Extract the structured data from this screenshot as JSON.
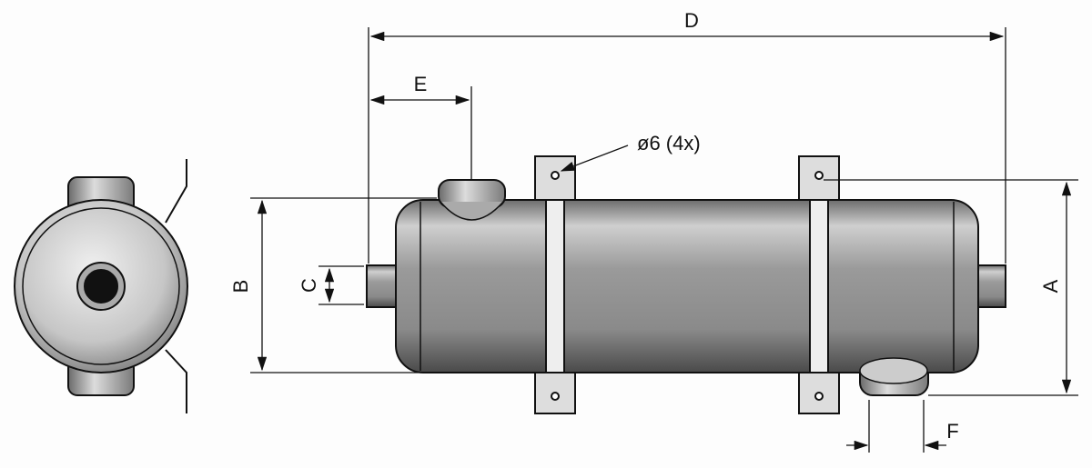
{
  "dimensions": {
    "d": "D",
    "e": "E",
    "hole": "ø6 (4x)",
    "b": "B",
    "c": "C",
    "a": "A",
    "f": "F"
  },
  "colors": {
    "line": "#111111",
    "metal_light": "#e8e8e8",
    "metal_mid": "#a9a9a9",
    "metal_dark": "#5a5a5a"
  }
}
